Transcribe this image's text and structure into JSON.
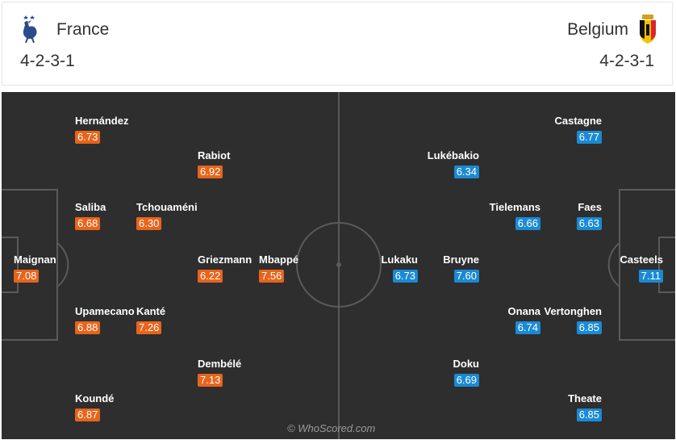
{
  "home": {
    "name": "France",
    "formation": "4-2-3-1",
    "rating_color": "#e8641b",
    "crest_icon": "rooster-crest-icon",
    "players": [
      {
        "name": "Hernández",
        "rating": "6.73"
      },
      {
        "name": "Rabiot",
        "rating": "6.92"
      },
      {
        "name": "Saliba",
        "rating": "6.68"
      },
      {
        "name": "Tchouaméni",
        "rating": "6.30"
      },
      {
        "name": "Maignan",
        "rating": "7.08"
      },
      {
        "name": "Griezmann",
        "rating": "6.22"
      },
      {
        "name": "Mbappé",
        "rating": "7.56"
      },
      {
        "name": "Upamecano",
        "rating": "6.88"
      },
      {
        "name": "Kanté",
        "rating": "7.26"
      },
      {
        "name": "Dembélé",
        "rating": "7.13"
      },
      {
        "name": "Koundé",
        "rating": "6.87"
      }
    ]
  },
  "away": {
    "name": "Belgium",
    "formation": "4-2-3-1",
    "rating_color": "#1a8ad4",
    "crest_icon": "lion-crest-icon",
    "players": [
      {
        "name": "Castagne",
        "rating": "6.77"
      },
      {
        "name": "Lukébakio",
        "rating": "6.34"
      },
      {
        "name": "Tielemans",
        "rating": "6.66"
      },
      {
        "name": "Faes",
        "rating": "6.63"
      },
      {
        "name": "Lukaku",
        "rating": "6.73"
      },
      {
        "name": "Bruyne",
        "rating": "7.60"
      },
      {
        "name": "Casteels",
        "rating": "7.11"
      },
      {
        "name": "Onana",
        "rating": "6.74"
      },
      {
        "name": "Vertonghen",
        "rating": "6.85"
      },
      {
        "name": "Doku",
        "rating": "6.69"
      },
      {
        "name": "Theate",
        "rating": "6.85"
      }
    ]
  },
  "pitch": {
    "background": "#2e2e2e",
    "line_color": "#5a5a5a"
  },
  "watermark": "© WhoScored.com"
}
